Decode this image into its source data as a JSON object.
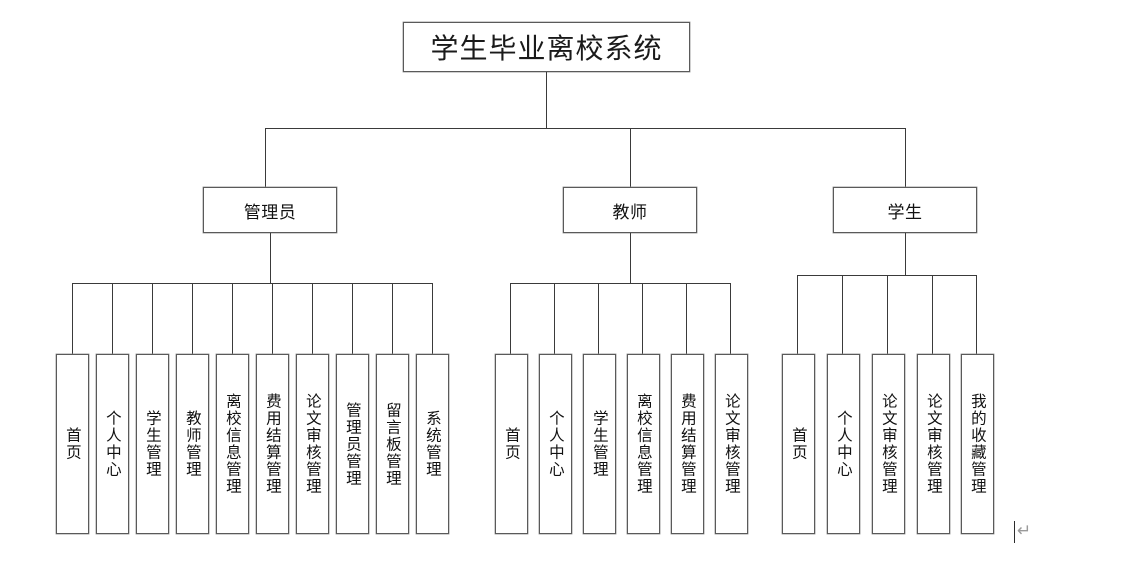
{
  "diagram": {
    "title": "学生毕业离校系统",
    "root": {
      "label": "学生毕业离校系统"
    },
    "roles": [
      {
        "label": "管理员"
      },
      {
        "label": "教师"
      },
      {
        "label": "学生"
      }
    ],
    "admin_leaves": [
      {
        "label": "首页"
      },
      {
        "label": "个人中心"
      },
      {
        "label": "学生管理"
      },
      {
        "label": "教师管理"
      },
      {
        "label": "离校信息管理"
      },
      {
        "label": "费用结算管理"
      },
      {
        "label": "论文审核管理"
      },
      {
        "label": "管理员管理"
      },
      {
        "label": "留言板管理"
      },
      {
        "label": "系统管理"
      }
    ],
    "teacher_leaves": [
      {
        "label": "首页"
      },
      {
        "label": "个人中心"
      },
      {
        "label": "学生管理"
      },
      {
        "label": "离校信息管理"
      },
      {
        "label": "费用结算管理"
      },
      {
        "label": "论文审核管理"
      }
    ],
    "student_leaves": [
      {
        "label": "首页"
      },
      {
        "label": "个人中心"
      },
      {
        "label": "论文审核管理"
      },
      {
        "label": "论文审核管理"
      },
      {
        "label": "我的收藏管理"
      }
    ],
    "artifacts": {
      "paragraph_mark": "↵"
    },
    "colors": {
      "border": "#5a5a5a",
      "connector": "#3a3a3a",
      "text": "#111111",
      "background": "#ffffff"
    }
  }
}
